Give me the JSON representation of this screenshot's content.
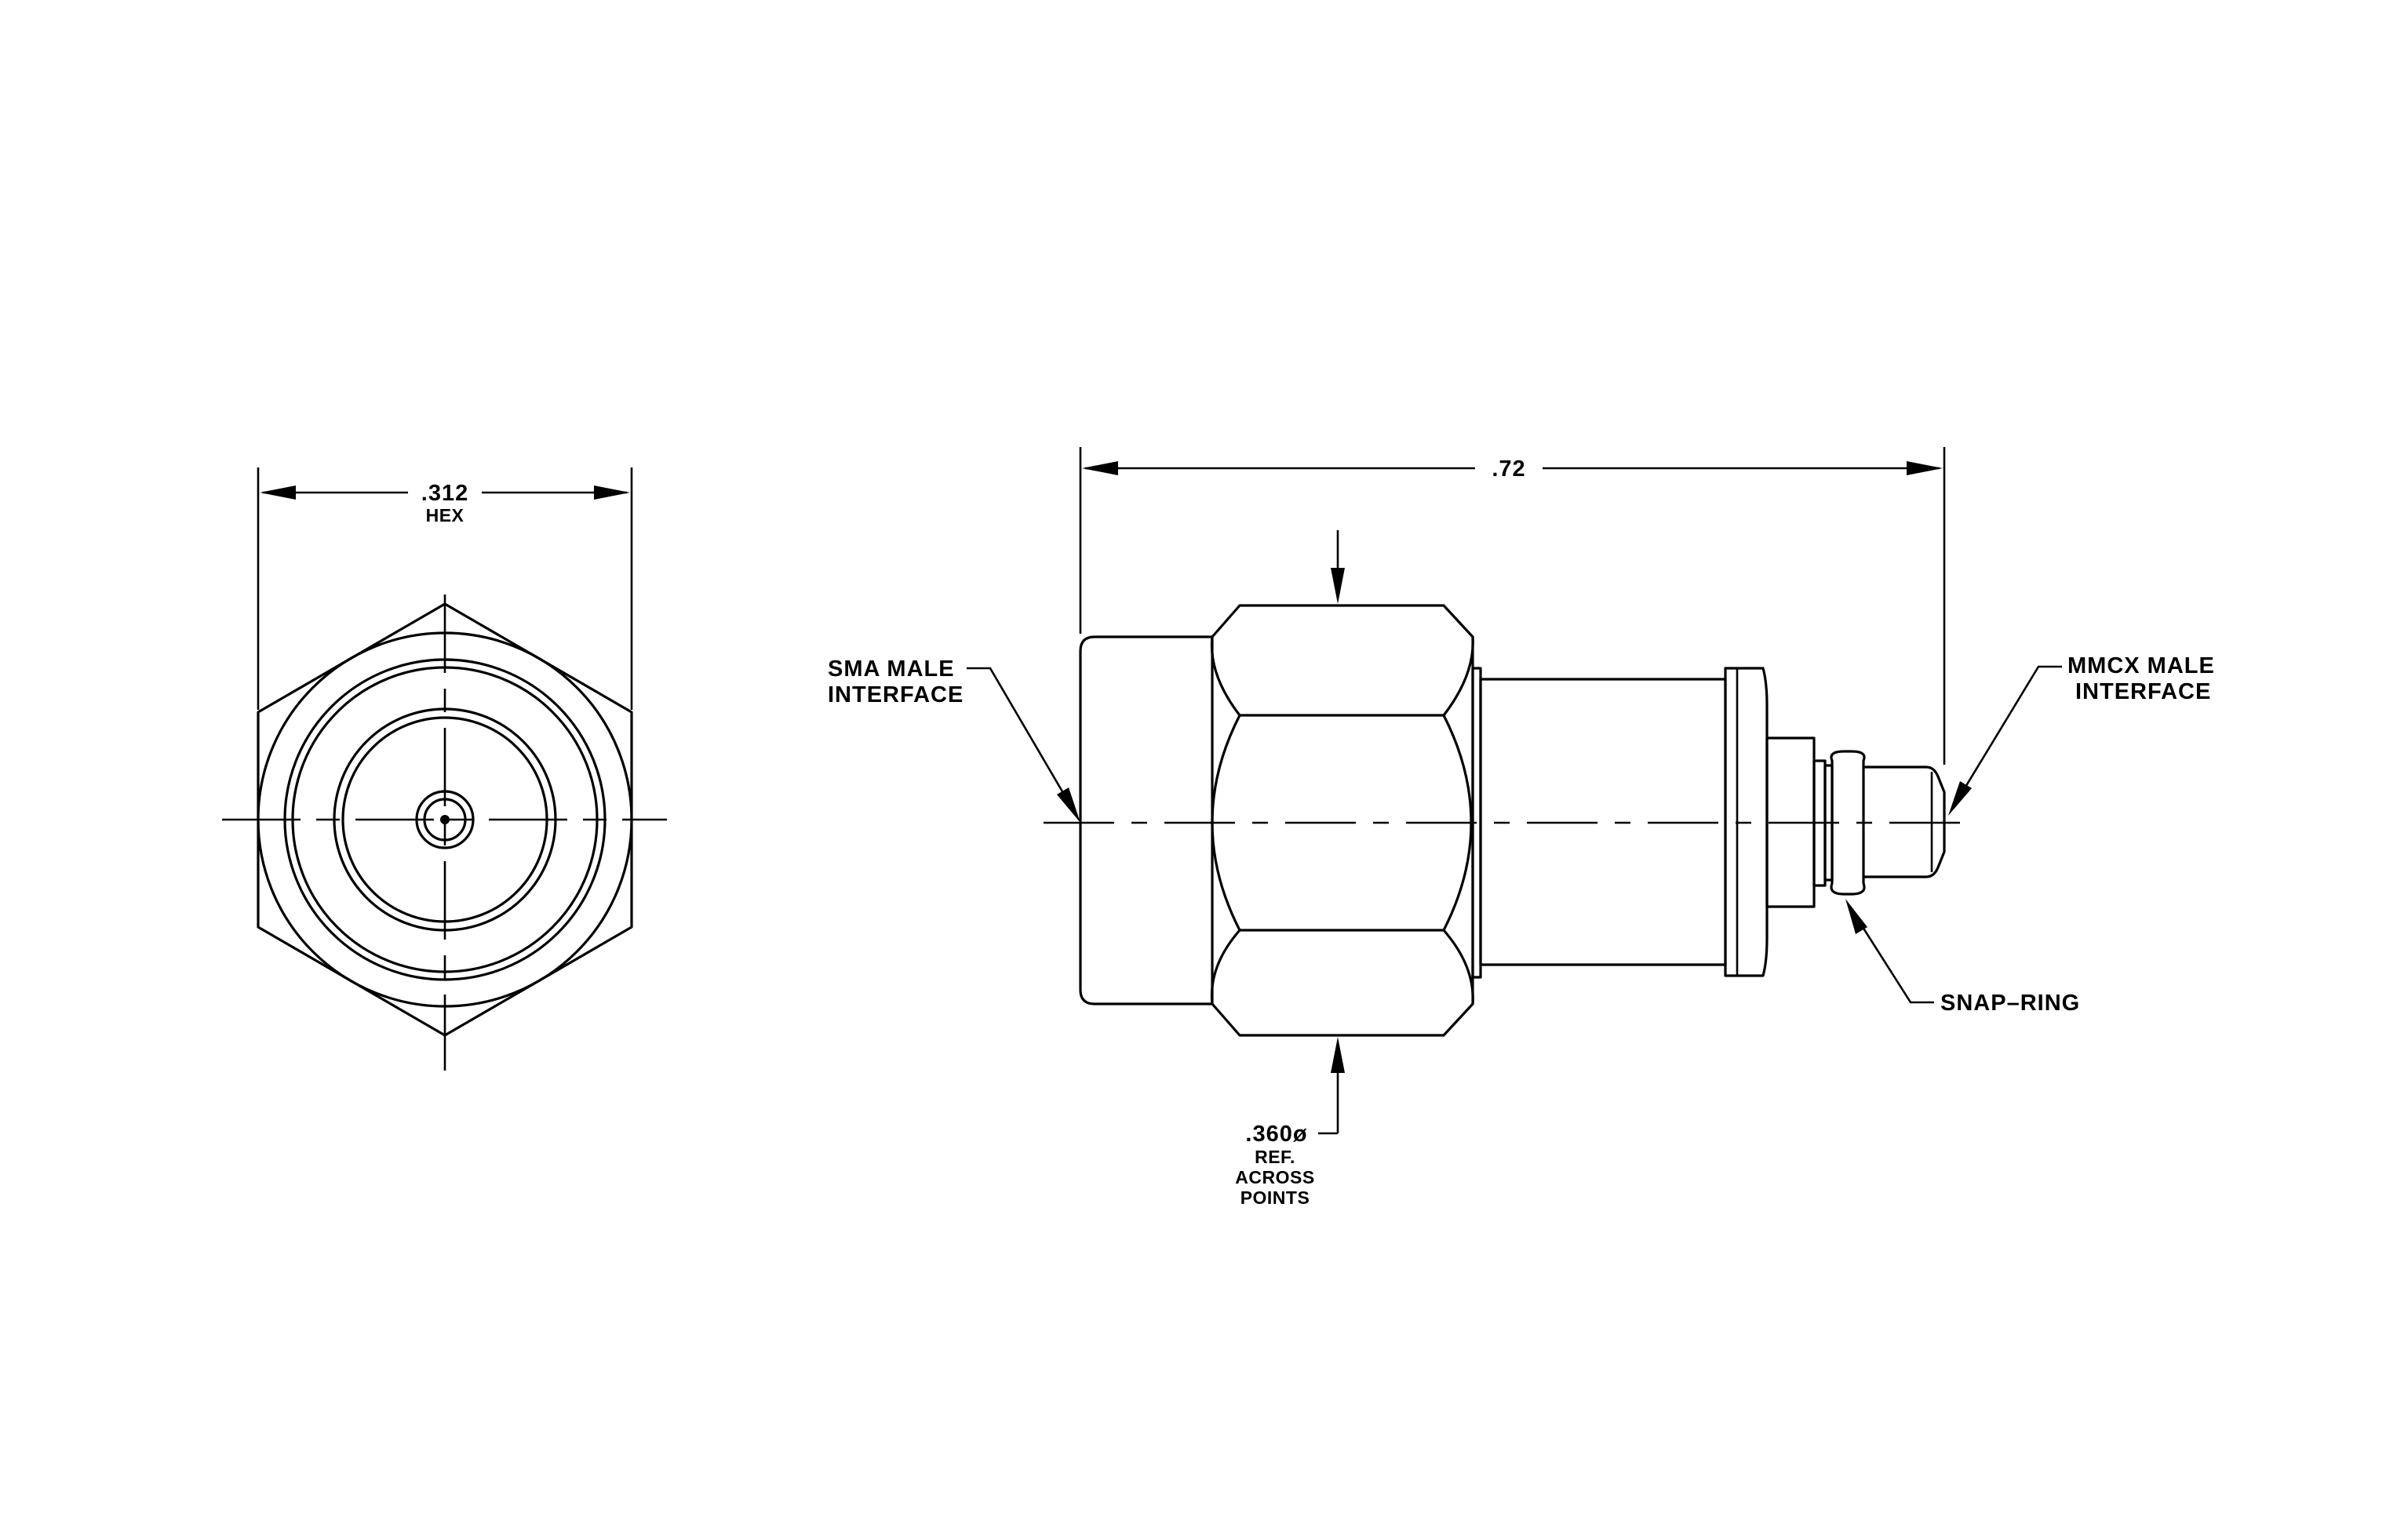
{
  "drawing": {
    "end_view": {
      "hex_dimension": ".312",
      "hex_label": "HEX"
    },
    "side_view": {
      "length_dimension": ".72",
      "diameter_dimension": ".360ø",
      "diameter_note_lines": [
        "REF.",
        "ACROSS",
        "POINTS"
      ]
    },
    "callouts": {
      "sma": [
        "SMA  MALE",
        "INTERFACE"
      ],
      "mmcx": [
        "MMCX  MALE",
        "INTERFACE"
      ],
      "snap_ring": "SNAP–RING"
    }
  }
}
